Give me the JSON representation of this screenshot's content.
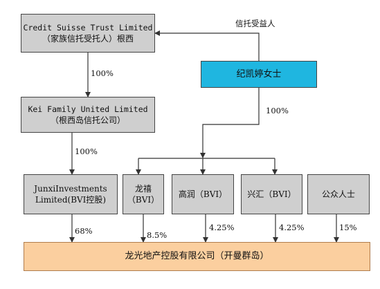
{
  "nodes": {
    "credit_suisse": {
      "line1": "Credit Suisse Trust Limited",
      "line2": "（家族信托受托人）根西"
    },
    "kei_family": {
      "line1": "Kei Family United Limited",
      "line2": "（根西岛信托公司）"
    },
    "junxil": {
      "line1": "JunxiInvestments",
      "line2": "Limited(BVI控股)"
    },
    "ji_kaiting": {
      "label": "纪凯婷女士"
    },
    "longxi": {
      "label": "龙禧（BVI）"
    },
    "gaorun": {
      "label": "高润（BVI）"
    },
    "xinghui": {
      "label": "兴汇（BVI）"
    },
    "public": {
      "label": "公众人士"
    },
    "longguang": {
      "label": "龙光地产控股有限公司（开曼群岛）"
    }
  },
  "edges": {
    "beneficiary": "信托受益人",
    "cs_to_kei": "100%",
    "kei_to_junxil": "100%",
    "ji_to_bvi": "100%",
    "junxil_to_lg": "68%",
    "longxi_to_lg": "8.5%",
    "gaorun_to_lg": "4.25%",
    "xinghui_to_lg": "4.25%",
    "public_to_lg": "15%"
  }
}
